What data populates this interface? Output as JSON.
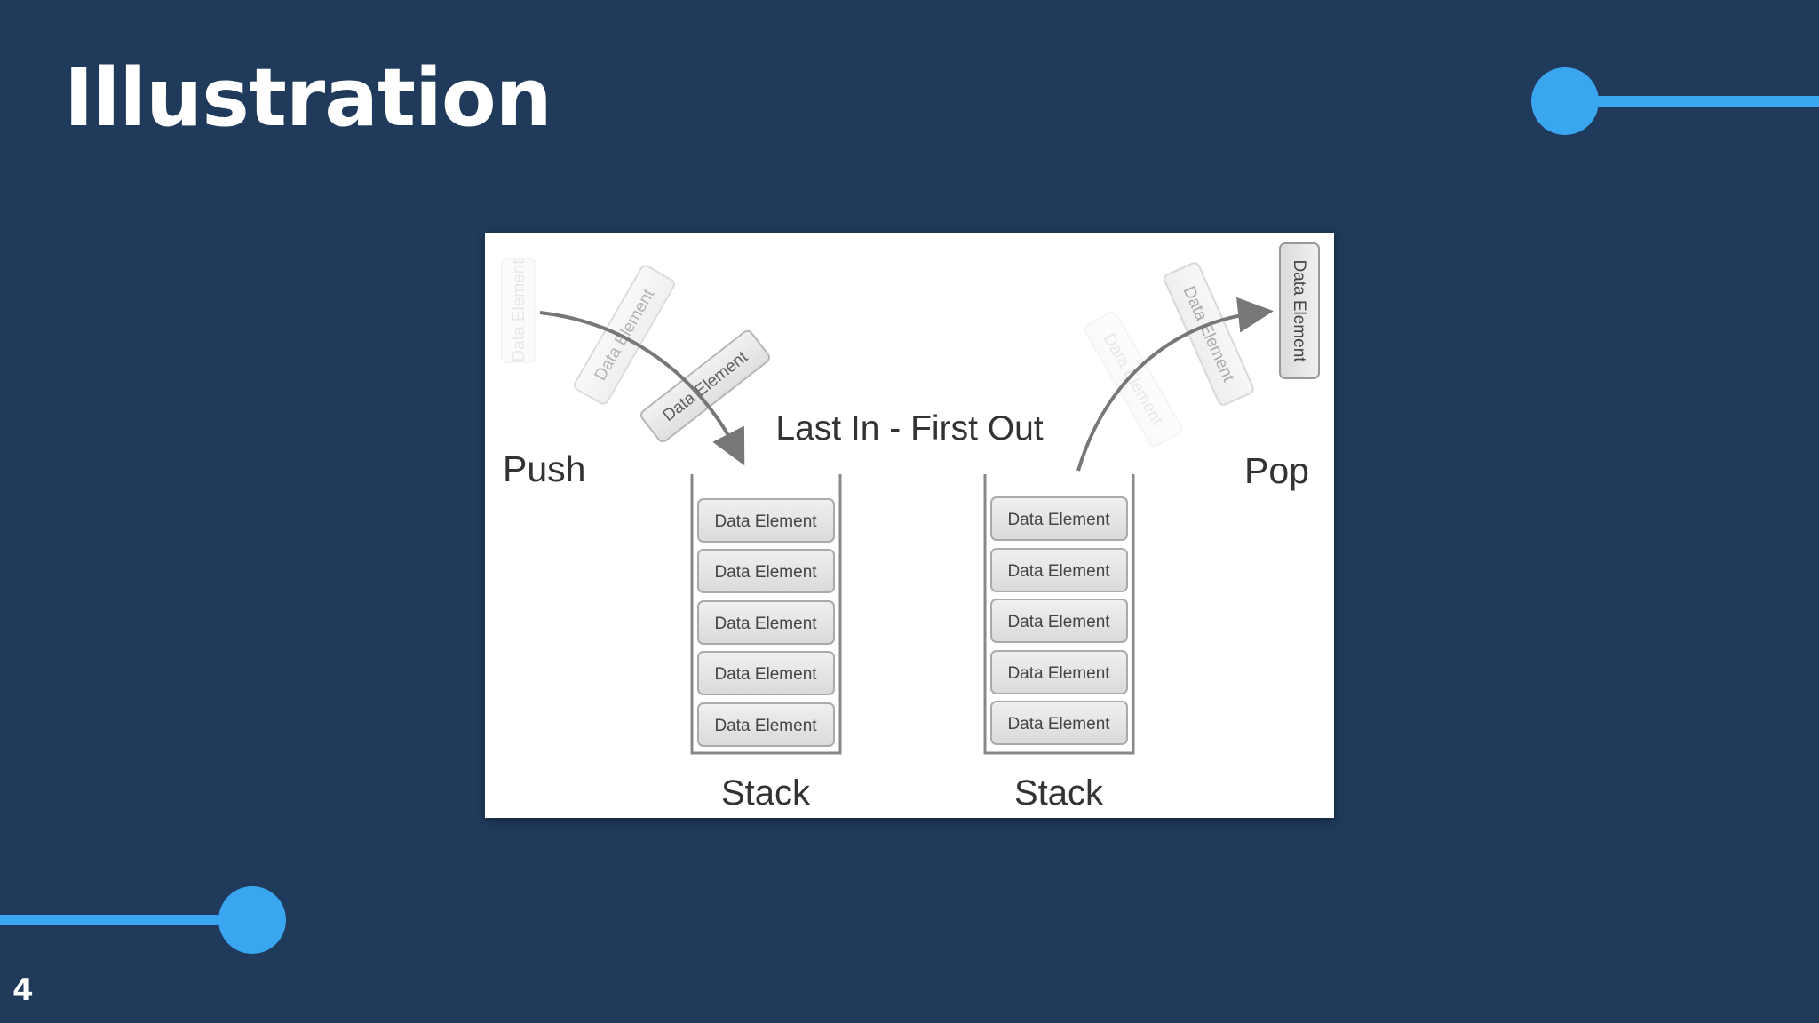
{
  "slide": {
    "title": "Illustration",
    "page_number": "4",
    "accent_color": "#3aa6f0",
    "background_color": "#1f3a5a"
  },
  "diagram": {
    "caption": "Last In - First Out",
    "push_label": "Push",
    "pop_label": "Pop",
    "stacks": [
      {
        "label": "Stack",
        "elements": [
          "Data Element",
          "Data Element",
          "Data Element",
          "Data Element",
          "Data Element"
        ]
      },
      {
        "label": "Stack",
        "elements": [
          "Data Element",
          "Data Element",
          "Data Element",
          "Data Element",
          "Data Element"
        ]
      }
    ],
    "push_elements": [
      "Data Element",
      "Data Element",
      "Data Element"
    ],
    "pop_elements": [
      "Data Element",
      "Data Element",
      "Data Element"
    ]
  }
}
